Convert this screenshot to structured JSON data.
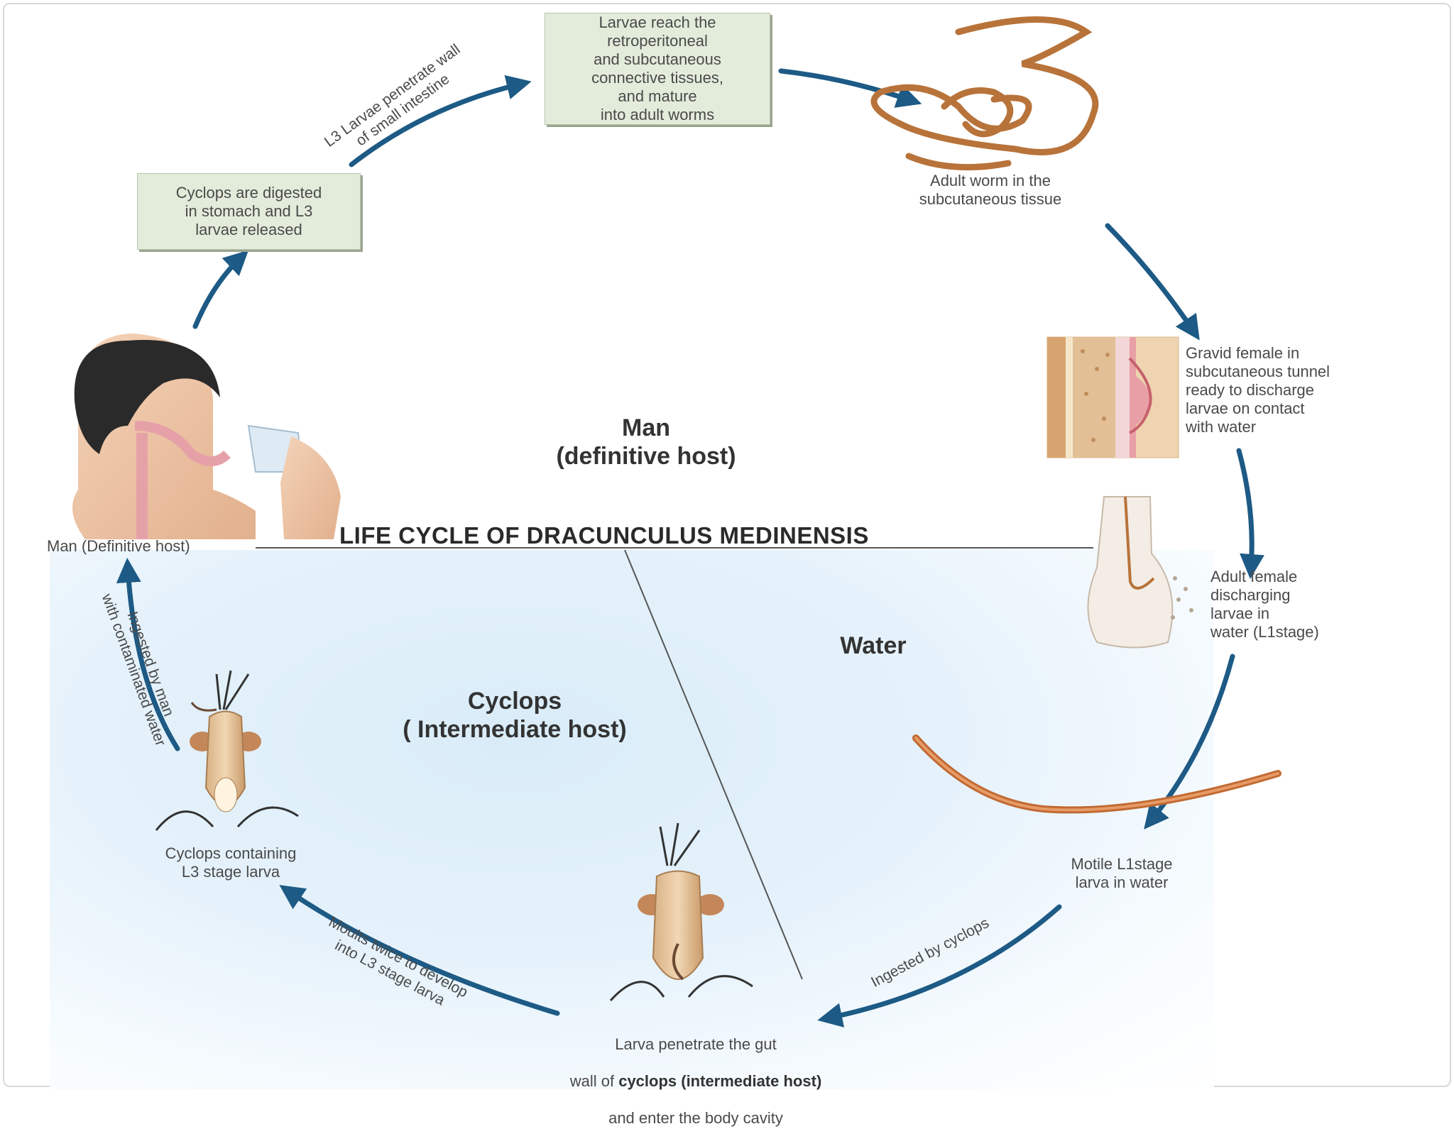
{
  "title": "LIFE CYCLE OF DRACUNCULUS MEDINENSIS",
  "regions": {
    "man": "Man\n(definitive host)",
    "water": "Water",
    "cyclops": "Cyclops\n( Intermediate host)"
  },
  "boxes": {
    "digested": "Cyclops are digested\nin stomach and L3\nlarvae released",
    "mature": "Larvae reach the\nretroperitoneal\nand subcutaneous\nconnective tissues,\nand mature\ninto adult worms"
  },
  "stages": {
    "man_host": "Man (Definitive host)",
    "adult_worm": "Adult worm in the\nsubcutaneous tissue",
    "gravid": "Gravid female in\nsubcutaneous tunnel\nready to discharge\nlarvae on contact\nwith water",
    "discharging": "Adult female\ndischarging\nlarvae in\nwater (L1stage)",
    "motile": "Motile L1stage\nlarva in water",
    "penetrate_line1": "Larva penetrate the gut",
    "penetrate_line2_pre": "wall of ",
    "penetrate_line2_bold": "cyclops (intermediate host)",
    "penetrate_line3": "and enter the body cavity",
    "cyclops_l3": "Cyclops containing\nL3 stage larva"
  },
  "arrow_labels": {
    "penetrate_wall": "L3 Larvae penetrate wall\nof small intestine",
    "ingested_man": "Ingested by man\nwith contaminated water",
    "ingested_cyclops": "Ingested by cyclops",
    "moults": "Moults twice  to develop\ninto L3 stage larva"
  },
  "colors": {
    "arrow": "#1d5a85",
    "worm": "#b8733a",
    "box_fill": "#e3ecdb"
  }
}
